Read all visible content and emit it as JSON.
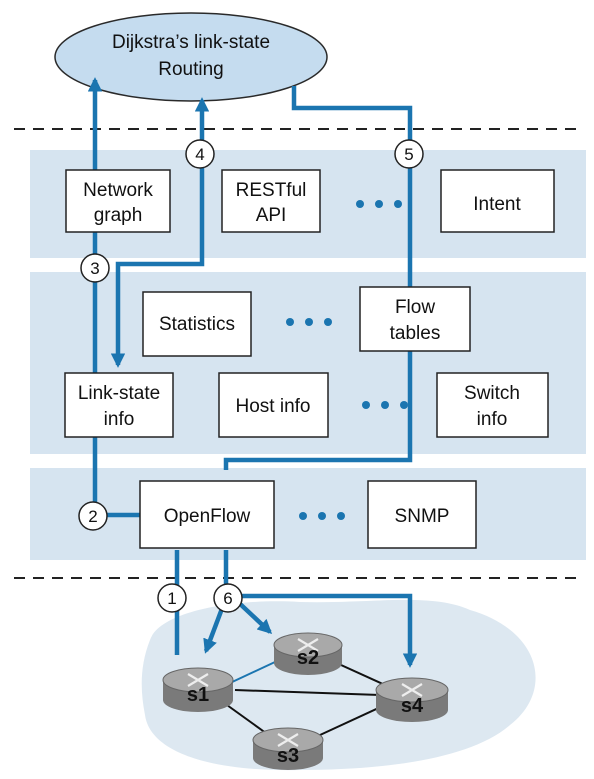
{
  "app": {
    "label_line1": "Dijkstra’s link-state",
    "label_line2": "Routing"
  },
  "northbound": {
    "network_graph": [
      "Network",
      "graph"
    ],
    "restful_api": [
      "RESTful",
      "API"
    ],
    "intent": "Intent"
  },
  "state": {
    "statistics": "Statistics",
    "flow_tables": [
      "Flow",
      "tables"
    ],
    "link_state_info": [
      "Link-state",
      "info"
    ],
    "host_info": "Host info",
    "switch_info": [
      "Switch",
      "info"
    ]
  },
  "southbound": {
    "openflow": "OpenFlow",
    "snmp": "SNMP"
  },
  "steps": [
    "1",
    "2",
    "3",
    "4",
    "5",
    "6"
  ],
  "switches": [
    "s1",
    "s2",
    "s3",
    "s4"
  ],
  "colors": {
    "band": "#d6e4f0",
    "arrow": "#1b75b0",
    "app_fill": "#c5dcef",
    "cloud": "#dde8f1",
    "switch_top": "#a9a9a9",
    "switch_side": "#7a7a7a"
  }
}
